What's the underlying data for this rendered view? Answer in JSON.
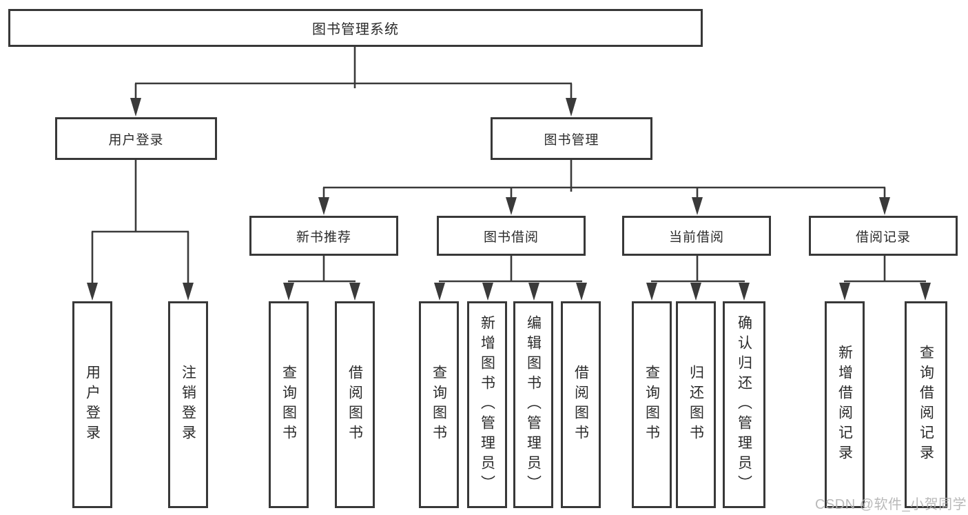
{
  "colors": {
    "line_color": "#3a3a3a",
    "box_border": "#383838",
    "box_fill": "#ffffff",
    "text_color": "#2b2b2b",
    "watermark_color": "#b4b4b4",
    "page_bg": "#ffffff"
  },
  "tree": {
    "root": "图书管理系统",
    "branches": [
      {
        "label": "用户登录",
        "leaves": [
          "用户登录",
          "注销登录"
        ]
      },
      {
        "label": "图书管理",
        "groups": [
          {
            "label": "新书推荐",
            "leaves": [
              "查询图书",
              "借阅图书"
            ]
          },
          {
            "label": "图书借阅",
            "leaves": [
              "查询图书",
              "新增图书（管理员）",
              "编辑图书（管理员）",
              "借阅图书"
            ]
          },
          {
            "label": "当前借阅",
            "leaves": [
              "查询图书",
              "归还图书",
              "确认归还（管理员）"
            ]
          },
          {
            "label": "借阅记录",
            "leaves": [
              "新增借阅记录",
              "查询借阅记录"
            ]
          }
        ]
      }
    ]
  },
  "watermark": "CSDN @软件_小贺同学"
}
